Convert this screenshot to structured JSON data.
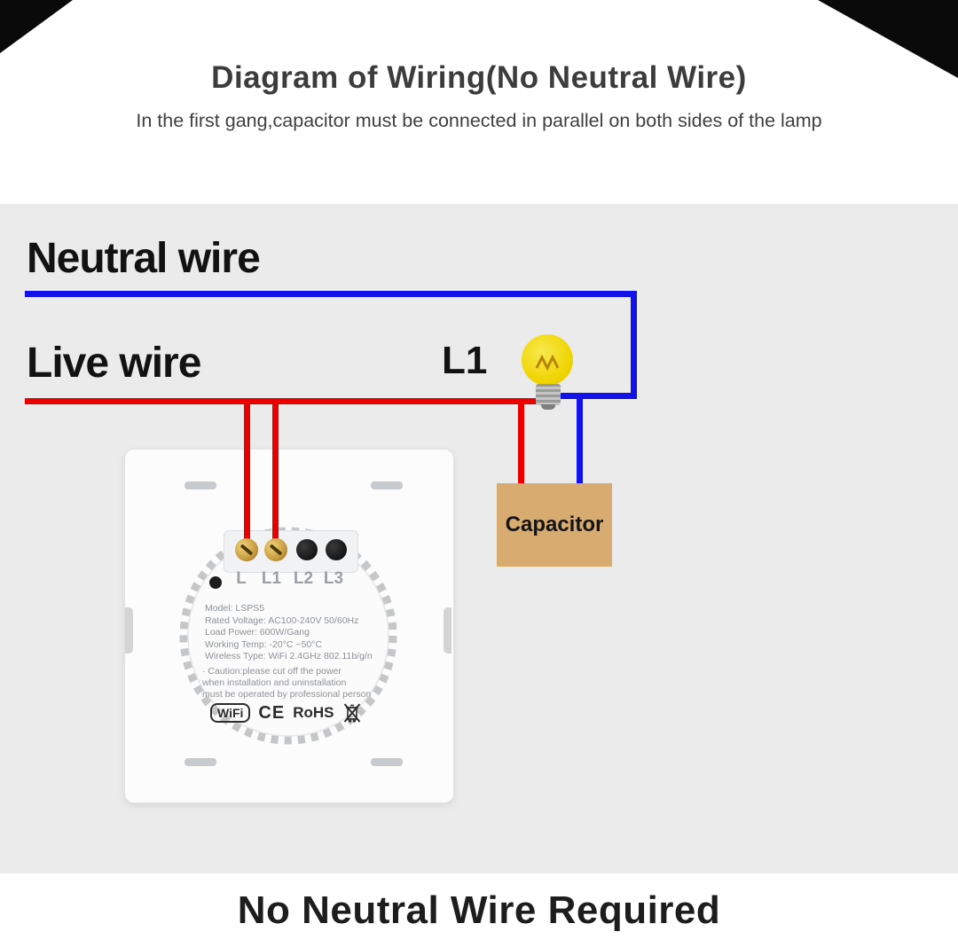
{
  "header": {
    "title": "Diagram of Wiring(No Neutral Wire)",
    "subtitle": "In the first gang,capacitor must be connected in parallel on both sides of the lamp"
  },
  "diagram": {
    "neutral_label": "Neutral wire",
    "live_label": "Live wire",
    "lamp_label": "L1",
    "capacitor_label": "Capacitor",
    "colors": {
      "neutral_wire": "#1212e8",
      "live_wire": "#e80000",
      "capacitor_fill": "#d8ac70",
      "bulb_yellow": "#efd400",
      "background": "#ebebeb"
    }
  },
  "switch_module": {
    "terminals": [
      "L",
      "L1",
      "L2",
      "L3"
    ],
    "spec_lines": [
      "Model: LSPS5",
      "Rated Voltage: AC100-240V 50/60Hz",
      "Load Power: 600W/Gang",
      "Working Temp: -20°C ~50°C",
      "Wireless Type: WiFi 2.4GHz 802.11b/g/n"
    ],
    "caution_lines": [
      "· Caution:please cut off the power",
      "when installation and uninstallation",
      "must be operated by professional person"
    ],
    "logos": {
      "wifi": "WiFi",
      "ce": "CE",
      "rohs": "RoHS",
      "weee_icon": "crossed-out-bin"
    }
  },
  "footer": {
    "text": "No Neutral Wire Required"
  }
}
